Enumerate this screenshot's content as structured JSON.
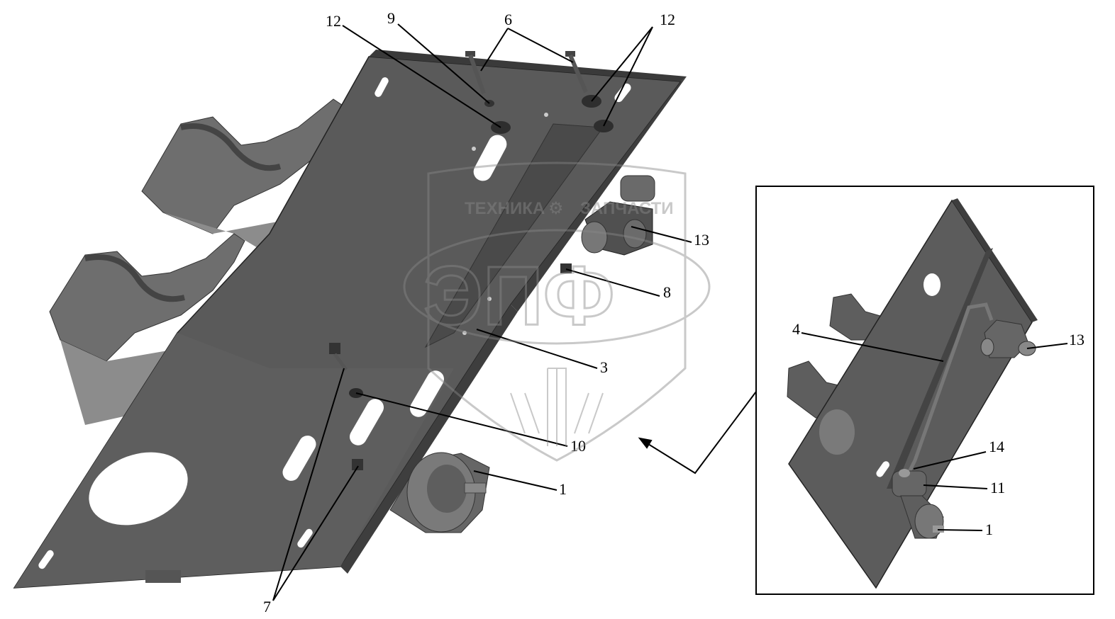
{
  "watermark": {
    "brand_top": "ТЕХНИКА",
    "brand_top_right": "ЗАПЧАСТИ",
    "brand_big": "ЭПФ",
    "color": "#8a8a8a"
  },
  "main_view": {
    "callouts": [
      "12",
      "9",
      "6",
      "12",
      "13",
      "8",
      "3",
      "10",
      "1",
      "7"
    ]
  },
  "inset_view": {
    "callouts": [
      "4",
      "13",
      "14",
      "11",
      "1"
    ]
  },
  "colors": {
    "part_dark": "#555555",
    "part_mid": "#6e6e6e",
    "part_light": "#8c8c8c",
    "line": "#000000"
  }
}
